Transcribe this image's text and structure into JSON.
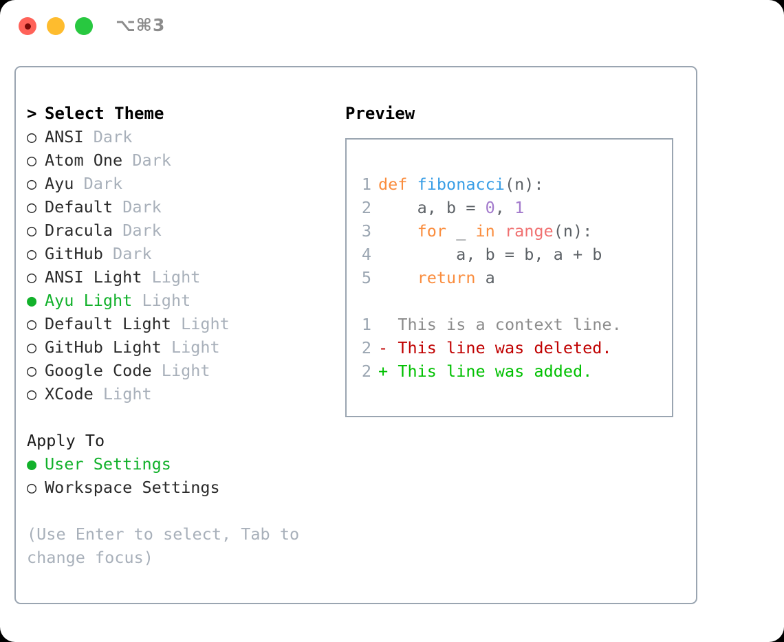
{
  "window": {
    "shortcut_label": "⌥⌘3",
    "traffic_lights": [
      {
        "name": "close-button",
        "color": "#ff6259"
      },
      {
        "name": "minimize-button",
        "color": "#febc2e"
      },
      {
        "name": "maximize-button",
        "color": "#28c840"
      }
    ]
  },
  "dialog": {
    "theme_list": {
      "header_marker": ">",
      "header_label": "Select Theme",
      "items": [
        {
          "marker": "○",
          "name": "ANSI",
          "variant": "Dark",
          "selected": false
        },
        {
          "marker": "○",
          "name": "Atom One",
          "variant": "Dark",
          "selected": false
        },
        {
          "marker": "○",
          "name": "Ayu",
          "variant": "Dark",
          "selected": false
        },
        {
          "marker": "○",
          "name": "Default",
          "variant": "Dark",
          "selected": false
        },
        {
          "marker": "○",
          "name": "Dracula",
          "variant": "Dark",
          "selected": false
        },
        {
          "marker": "○",
          "name": "GitHub",
          "variant": "Dark",
          "selected": false
        },
        {
          "marker": "○",
          "name": "ANSI Light",
          "variant": "Light",
          "selected": false
        },
        {
          "marker": "●",
          "name": "Ayu Light",
          "variant": "Light",
          "selected": true
        },
        {
          "marker": "○",
          "name": "Default Light",
          "variant": "Light",
          "selected": false
        },
        {
          "marker": "○",
          "name": "GitHub Light",
          "variant": "Light",
          "selected": false
        },
        {
          "marker": "○",
          "name": "Google Code",
          "variant": "Light",
          "selected": false
        },
        {
          "marker": "○",
          "name": "XCode",
          "variant": "Light",
          "selected": false
        }
      ]
    },
    "apply_to": {
      "title": "Apply To",
      "items": [
        {
          "marker": "●",
          "label": "User Settings",
          "selected": true
        },
        {
          "marker": "○",
          "label": "Workspace Settings",
          "selected": false
        }
      ]
    },
    "hint": "(Use Enter to select, Tab to change focus)",
    "preview": {
      "label": "Preview",
      "code_lines": [
        {
          "num": "1",
          "tokens": [
            {
              "t": "def",
              "c": "kw"
            },
            {
              "t": " ",
              "c": "pl"
            },
            {
              "t": "fibonacci",
              "c": "fn"
            },
            {
              "t": "(n):",
              "c": "pl"
            }
          ]
        },
        {
          "num": "2",
          "tokens": [
            {
              "t": "    a, b = ",
              "c": "pl"
            },
            {
              "t": "0",
              "c": "num"
            },
            {
              "t": ", ",
              "c": "pl"
            },
            {
              "t": "1",
              "c": "num"
            }
          ]
        },
        {
          "num": "3",
          "tokens": [
            {
              "t": "    ",
              "c": "pl"
            },
            {
              "t": "for",
              "c": "kw"
            },
            {
              "t": " _ ",
              "c": "pl"
            },
            {
              "t": "in",
              "c": "kw"
            },
            {
              "t": " ",
              "c": "pl"
            },
            {
              "t": "range",
              "c": "bi"
            },
            {
              "t": "(n):",
              "c": "pl"
            }
          ]
        },
        {
          "num": "4",
          "tokens": [
            {
              "t": "        a, b = b, a + b",
              "c": "pl"
            }
          ]
        },
        {
          "num": "5",
          "tokens": [
            {
              "t": "    ",
              "c": "pl"
            },
            {
              "t": "return",
              "c": "kw"
            },
            {
              "t": " a",
              "c": "pl"
            }
          ]
        }
      ],
      "diff_lines": [
        {
          "num": "1",
          "sign": " ",
          "text": "This is a context line.",
          "kind": "ctx"
        },
        {
          "num": "2",
          "sign": "-",
          "text": "This line was deleted.",
          "kind": "del"
        },
        {
          "num": "2",
          "sign": "+",
          "text": "This line was added.",
          "kind": "add"
        }
      ]
    }
  },
  "colors": {
    "accent_green": "#12b12b",
    "dim_gray": "#a8b0ba",
    "border": "#9aa5b1",
    "keyword": "#fa8d3e",
    "function": "#399ee6",
    "number": "#a37acc",
    "builtin": "#f07171",
    "plain": "#5c6166",
    "diff_deleted": "#c00000",
    "diff_added": "#00c000"
  }
}
